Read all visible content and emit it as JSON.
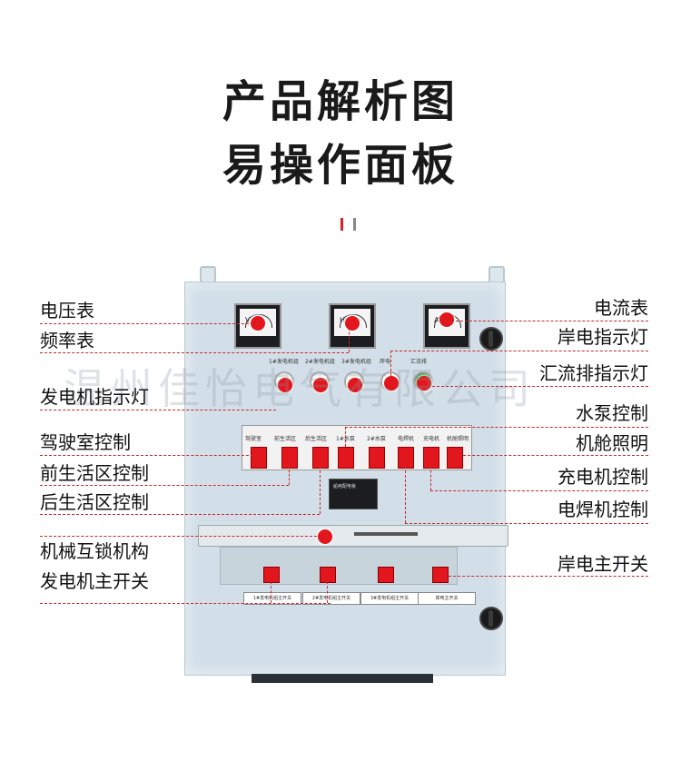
{
  "heading": {
    "line1": "产品解析图",
    "line2": "易操作面板"
  },
  "watermark": "温州佳怡电气有限公司",
  "meters": {
    "voltmeter_glyph": "V",
    "frequency_glyph": "Hz",
    "ammeter_glyph": "A"
  },
  "lamp_labels": [
    "1#发电机组",
    "2#发电机组",
    "3#发电机组",
    "岸电",
    "汇流排"
  ],
  "breaker_labels": [
    "驾驶室",
    "前生活区",
    "后生活区",
    "1#水泵",
    "2#水泵",
    "电焊机",
    "充电机",
    "机舱照明"
  ],
  "nameplate": "船用配电板",
  "main_switch_labels": [
    "1#发电机组主开关",
    "2#发电机组主开关",
    "3#发电机组主开关",
    "岸电主开关"
  ],
  "callouts_left": {
    "voltmeter": "电压表",
    "frequency": "频率表",
    "gen_indicator": "发电机指示灯",
    "bridge": "驾驶室控制",
    "front_living": "前生活区控制",
    "rear_living": "后生活区控制",
    "interlock": "机械互锁机构",
    "gen_main": "发电机主开关"
  },
  "callouts_right": {
    "ammeter": "电流表",
    "shore_indicator": "岸电指示灯",
    "busbar_indicator": "汇流排指示灯",
    "pump": "水泵控制",
    "engine_light": "机舱照明",
    "charger": "充电机控制",
    "welder": "电焊机控制",
    "shore_main": "岸电主开关"
  },
  "colors": {
    "accent": "#d9202a",
    "panel": "#d2dfe8"
  }
}
